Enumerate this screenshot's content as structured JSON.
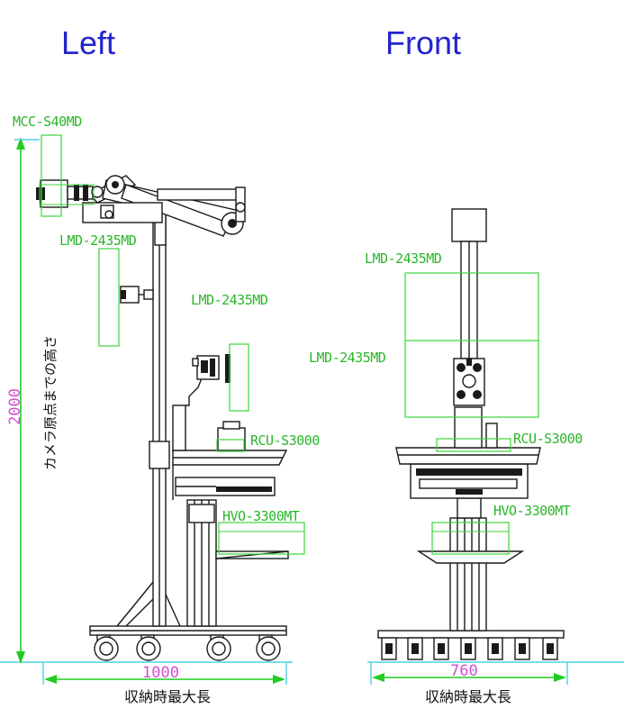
{
  "views": {
    "left_title": "Left",
    "front_title": "Front"
  },
  "labels": {
    "camera": "MCC-S40MD",
    "monitor_upper_left": "LMD-2435MD",
    "monitor_mid_left": "LMD-2435MD",
    "monitor_upper_front": "LMD-2435MD",
    "monitor_mid_front": "LMD-2435MD",
    "rcu_left": "RCU-S3000",
    "rcu_front": "RCU-S3000",
    "hvo_left": "HVO-3300MT",
    "hvo_front": "HVO-3300MT"
  },
  "dimensions": {
    "height_value": "2000",
    "height_caption": "カメラ原点までの高さ",
    "left_width_value": "1000",
    "front_width_value": "760",
    "width_caption_left": "収納時最大長",
    "width_caption_front": "収納時最大長"
  },
  "colors": {
    "title": "#2323cf",
    "label": "#2ab52a",
    "dimension_text": "#d44fd4",
    "dimension_line": "#22cc22",
    "floor": "#4fd0e6",
    "drawing": "#1a1a1a"
  }
}
